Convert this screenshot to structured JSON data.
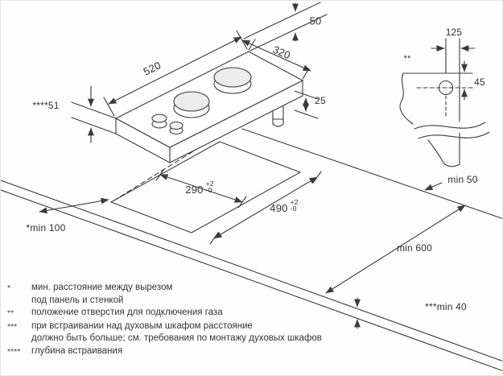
{
  "labels": {
    "top_gap": "50",
    "hob_depth": "520",
    "hob_width": "320",
    "below_worktop": "25",
    "build_depth": "****51",
    "cutout_width": {
      "value": "290",
      "tol_plus": "+2",
      "tol_minus": "-0"
    },
    "cutout_depth": {
      "value": "490",
      "tol_plus": "+2",
      "tol_minus": "-0"
    },
    "rear_clearance": "min 50",
    "worktop_depth": "min 600",
    "oven_clearance": "***min 40",
    "wall_clearance": "*min 100",
    "gas_hole_offset": "125",
    "gas_hole_height": "45",
    "gas_hole_marker": "**"
  },
  "footnotes": [
    {
      "marker": "*",
      "lines": [
        "мин. расстояние между вырезом",
        "под панель и стенкой"
      ]
    },
    {
      "marker": "**",
      "lines": [
        "положение отверстия для подключения газа"
      ]
    },
    {
      "marker": "***",
      "lines": [
        "при встраивании над духовым шкафом расстояние",
        "должно быть больше; см. требования по монтажу духовых шкафов"
      ]
    },
    {
      "marker": "****",
      "lines": [
        "глубина встраивания"
      ]
    }
  ]
}
